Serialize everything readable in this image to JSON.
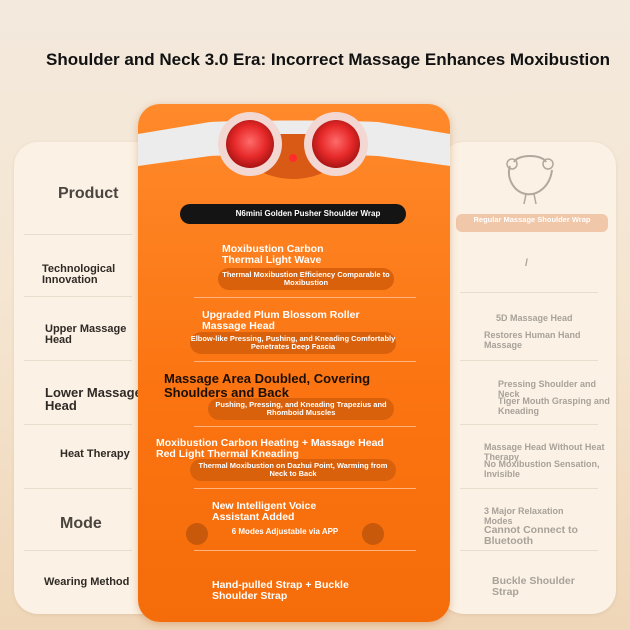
{
  "headline": "Shoulder and Neck 3.0 Era: Incorrect Massage Enhances Moxibustion",
  "rows": {
    "product": "Product",
    "tech": "Technological Innovation",
    "upper": "Upper Massage Head",
    "lower": "Lower Massage Head",
    "heat": "Heat Therapy",
    "mode": "Mode",
    "wearing": "Wearing Method"
  },
  "ours": {
    "product_name": "N6mini Golden Pusher Shoulder Wrap",
    "tech_title": "Moxibustion Carbon Thermal Light Wave",
    "tech_sub": "Thermal Moxibustion Efficiency Comparable to Moxibustion",
    "upper_title": "Upgraded Plum Blossom Roller Massage Head",
    "upper_sub": "Elbow-like Pressing, Pushing, and Kneading Comfortably Penetrates Deep Fascia",
    "lower_title": "Massage Area Doubled, Covering Shoulders and Back",
    "lower_sub": "Pushing, Pressing, and Kneading Trapezius and Rhomboid Muscles",
    "heat_title": "Moxibustion Carbon Heating + Massage Head Red Light Thermal Kneading",
    "heat_sub": "Thermal Moxibustion on Dazhui Point, Warming from Neck to Back",
    "mode_title": "New Intelligent Voice Assistant Added",
    "mode_sub": "6 Modes Adjustable via APP",
    "wearing_title": "Hand-pulled Strap + Buckle Shoulder Strap"
  },
  "regular": {
    "product_name": "Regular Massage Shoulder Wrap",
    "tech": "/",
    "upper_a": "5D Massage Head",
    "upper_b": "Restores Human Hand Massage",
    "lower_a": "Pressing Shoulder and Neck",
    "lower_b": "Tiger Mouth Grasping and Kneading",
    "heat_a": "Massage Head Without Heat Therapy",
    "heat_b": "No Moxibustion Sensation, Invisible",
    "mode_a": "3 Major Relaxation Modes",
    "mode_b": "Cannot Connect to Bluetooth",
    "wearing": "Buckle Shoulder Strap"
  },
  "colors": {
    "accent_orange": "#fb7411",
    "pill_orange": "#d9610c",
    "panel_cream": "#fbf1e4",
    "muted_gray": "#a8a29a"
  }
}
